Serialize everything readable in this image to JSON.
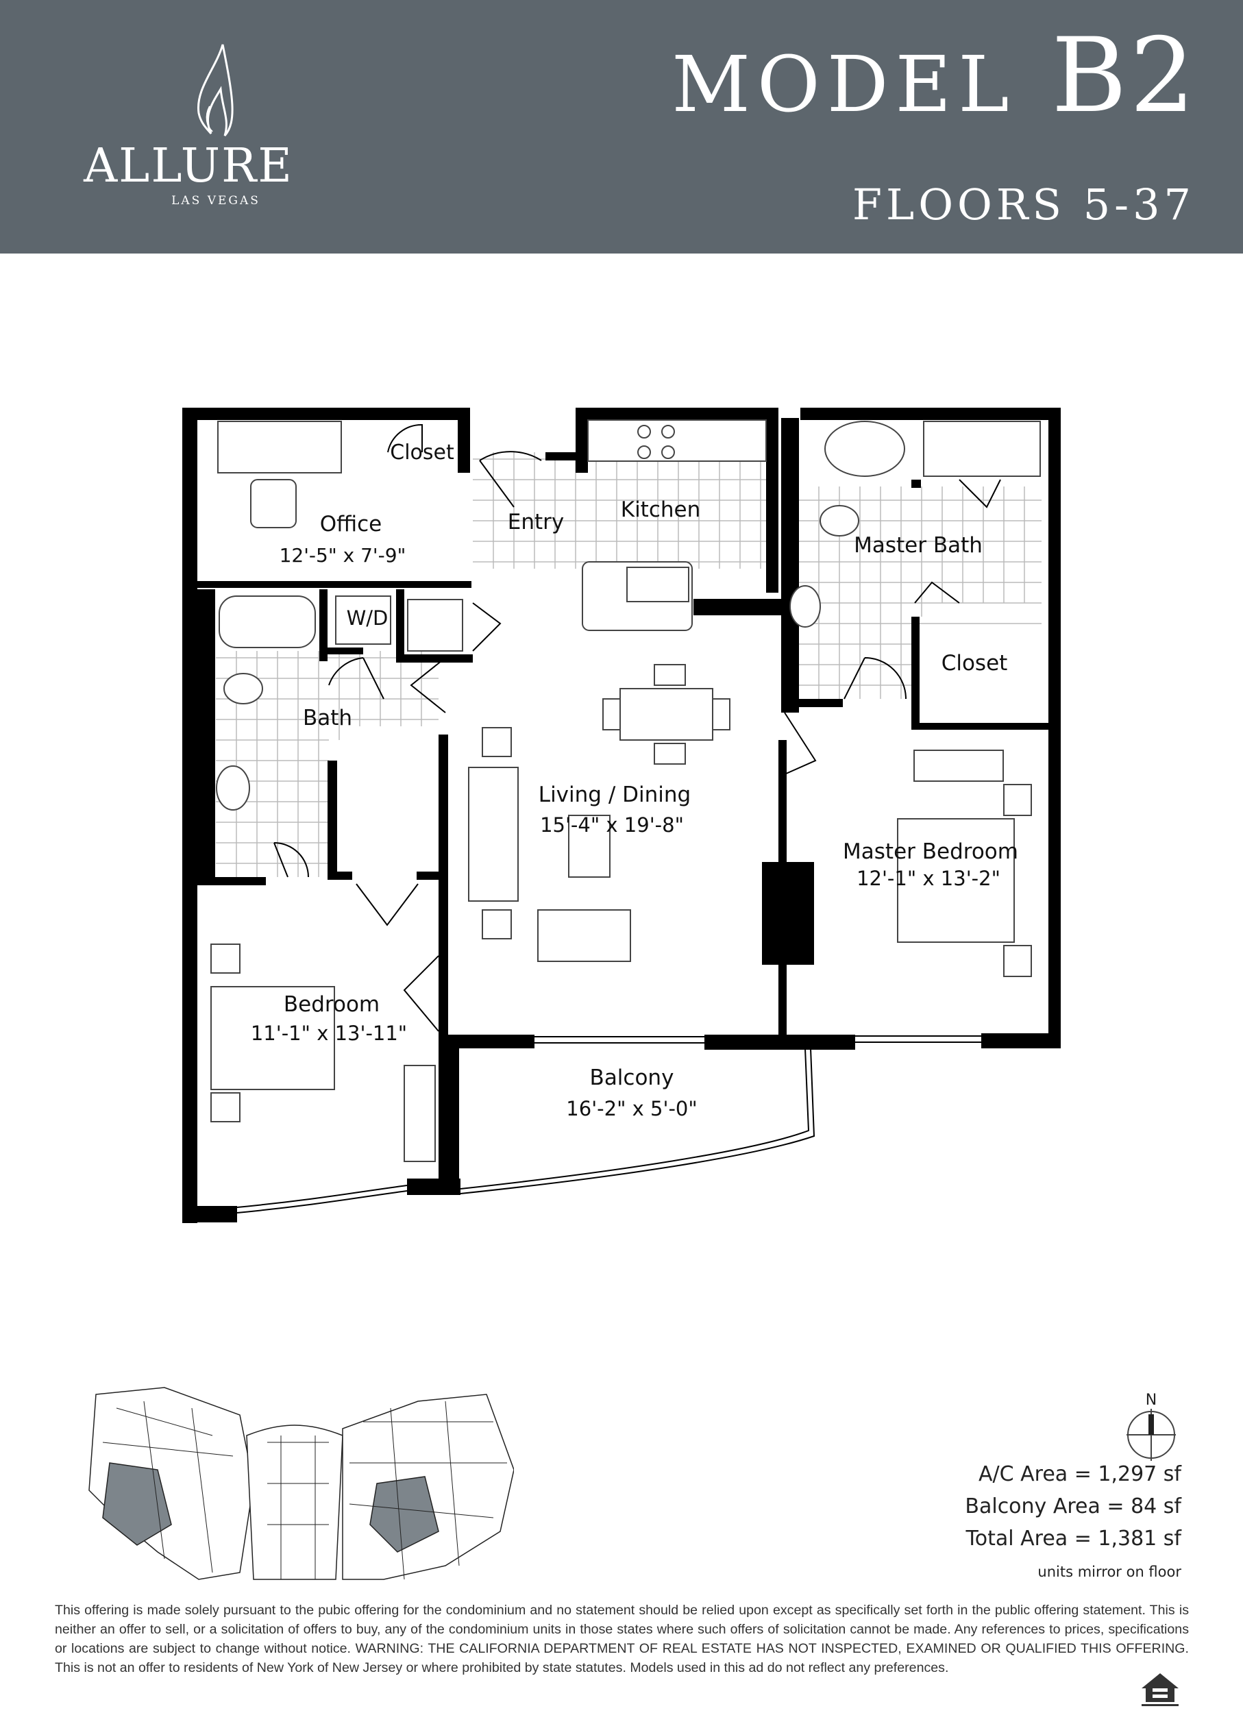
{
  "header": {
    "brand": "ALLURE",
    "brand_sub": "LAS VEGAS",
    "model_word": "MODEL",
    "model_code": "B2",
    "floors": "FLOORS 5-37"
  },
  "rooms": {
    "closet_top": "Closet",
    "office": "Office",
    "office_dim": "12'-5\" x 7'-9\"",
    "entry": "Entry",
    "kitchen": "Kitchen",
    "master_bath": "Master Bath",
    "wd": "W/D",
    "closet_master": "Closet",
    "bath": "Bath",
    "living": "Living / Dining",
    "living_dim": "15'-4\" x 19'-8\"",
    "master_bedroom": "Master Bedroom",
    "master_bedroom_dim": "12'-1\" x 13'-2\"",
    "bedroom": "Bedroom",
    "bedroom_dim": "11'-1\" x 13'-11\"",
    "balcony": "Balcony",
    "balcony_dim": "16'-2\" x 5'-0\""
  },
  "compass": {
    "north": "N"
  },
  "areas": {
    "ac": "A/C Area = 1,297 sf",
    "balcony": "Balcony Area = 84 sf",
    "total": "Total Area = 1,381 sf"
  },
  "note": "units mirror on floor",
  "disclaimer": "This offering is made solely pursuant to the pubic offering for the condominium and no statement should be relied upon except as specifically set forth in the public offering statement.  This is neither an offer to sell, or a solicitation of offers to buy, any of the condominium units in those states where such offers of solicitation cannot be made.  Any references to prices, specifications or locations are subject to change without notice.  WARNING: THE CALIFORNIA DEPARTMENT OF REAL ESTATE HAS NOT INSPECTED, EXAMINED OR QUALIFIED THIS OFFERING. This is not an offer to residents of New York of New Jersey or where prohibited by state statutes.  Models used in this ad do not reflect any preferences.",
  "colors": {
    "header_bg": "#5d666d",
    "wall": "#000000",
    "highlight_unit": "#7d858b"
  }
}
